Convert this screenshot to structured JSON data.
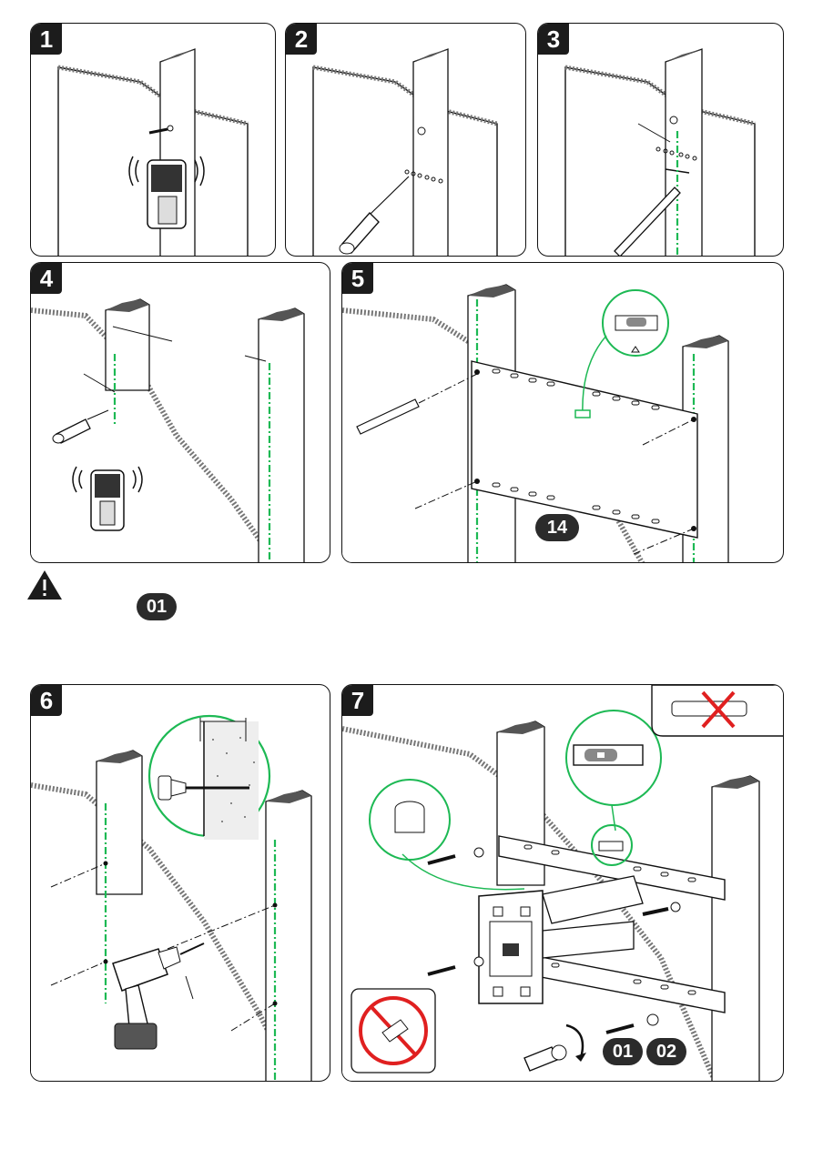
{
  "steps": [
    {
      "number": "1"
    },
    {
      "number": "2"
    },
    {
      "number": "3"
    },
    {
      "number": "4"
    },
    {
      "number": "5"
    },
    {
      "number": "6"
    },
    {
      "number": "7"
    }
  ],
  "part_labels": {
    "template": "14",
    "warning_part": "01",
    "lag_bolt": "01",
    "washer": "02"
  },
  "icons": [
    "stud-finder-icon",
    "awl-icon",
    "pencil-icon",
    "bubble-level-icon",
    "drill-icon",
    "socket-wrench-icon",
    "warning-icon",
    "no-power-tool-icon",
    "no-anchor-icon"
  ],
  "colors": {
    "line": "#111111",
    "guide_green": "#1db954",
    "badge": "#2b2b2b"
  }
}
